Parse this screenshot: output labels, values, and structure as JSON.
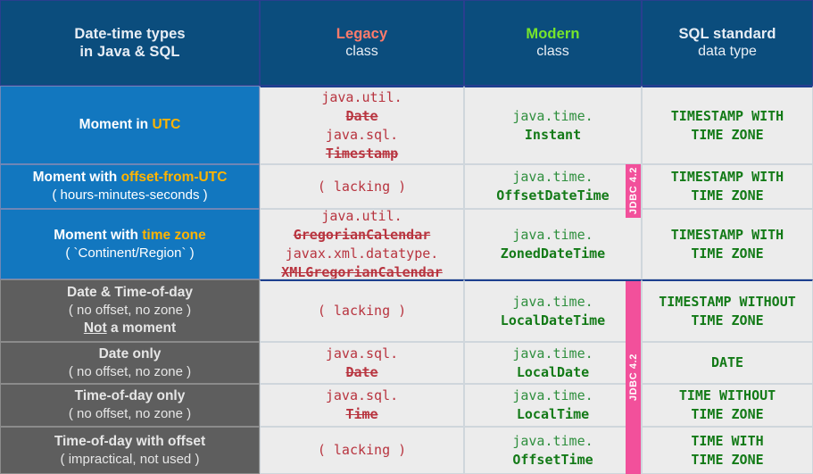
{
  "header": {
    "col_subject": {
      "line1": "Date-time types",
      "line2": "in Java & SQL"
    },
    "col_legacy": {
      "line1": "Legacy",
      "line2": "class",
      "accent": "#ff7b6b"
    },
    "col_modern": {
      "line1": "Modern",
      "line2": "class",
      "accent": "#77e52b"
    },
    "col_sql": {
      "line1": "SQL standard",
      "line2": "data type"
    }
  },
  "badges": {
    "jdbc_moments": "JDBC 4.2",
    "jdbc_local": "JDBC 4.2",
    "color": "#f2509b"
  },
  "colors": {
    "header_bg": "#0b4d7d",
    "moment_bg": "#1277bf",
    "notmoment_bg": "#5e5e5e",
    "data_bg": "#ececec",
    "legacy_text": "#b8343f",
    "modern_pkg": "#2f8f3e",
    "modern_cls": "#137a17",
    "sql_text": "#137a17",
    "highlight": "#ffb400"
  },
  "rows": [
    {
      "label": {
        "t1_pre": "Moment in ",
        "t1_hl": "UTC",
        "t1_post": "",
        "t2": "",
        "t3": ""
      },
      "legacy": [
        {
          "pkg": "java.util.",
          "cls": "Date"
        },
        {
          "pkg": "java.sql.",
          "cls": "Timestamp"
        }
      ],
      "modern": [
        {
          "pkg": "java.time.",
          "cls": "Instant"
        }
      ],
      "sql": [
        "TIMESTAMP WITH",
        "TIME ZONE"
      ]
    },
    {
      "label": {
        "t1_pre": "Moment with ",
        "t1_hl": "offset-from-UTC",
        "t1_post": "",
        "t2": "( hours-minutes-seconds )",
        "t3": ""
      },
      "legacy": [
        {
          "lacking": "( lacking )"
        }
      ],
      "modern": [
        {
          "pkg": "java.time.",
          "cls": "OffsetDateTime"
        }
      ],
      "sql": [
        "TIMESTAMP WITH",
        "TIME ZONE"
      ]
    },
    {
      "label": {
        "t1_pre": "Moment with ",
        "t1_hl": "time zone",
        "t1_post": "",
        "t2": "( `Continent/Region` )",
        "t3": ""
      },
      "legacy": [
        {
          "pkg": "java.util.",
          "cls": "GregorianCalendar"
        },
        {
          "pkg": "javax.xml.datatype.",
          "cls": "XMLGregorianCalendar"
        }
      ],
      "modern": [
        {
          "pkg": "java.time.",
          "cls": "ZonedDateTime"
        }
      ],
      "sql": [
        "TIMESTAMP WITH",
        "TIME ZONE"
      ]
    },
    {
      "label": {
        "t1": "Date & Time-of-day",
        "t2": "( no offset, no zone )",
        "t3_u": "Not",
        "t3_rest": " a moment"
      },
      "legacy": [
        {
          "lacking": "( lacking )"
        }
      ],
      "modern": [
        {
          "pkg": "java.time.",
          "cls": "LocalDateTime"
        }
      ],
      "sql": [
        "TIMESTAMP WITHOUT",
        "TIME ZONE"
      ]
    },
    {
      "label": {
        "t1": "Date only",
        "t2": "( no offset, no zone )",
        "t3": ""
      },
      "legacy": [
        {
          "pkg": "java.sql.",
          "cls": "Date"
        }
      ],
      "modern": [
        {
          "pkg": "java.time.",
          "cls": "LocalDate"
        }
      ],
      "sql": [
        "DATE"
      ]
    },
    {
      "label": {
        "t1": "Time-of-day only",
        "t2": "( no offset, no zone )",
        "t3": ""
      },
      "legacy": [
        {
          "pkg": "java.sql.",
          "cls": "Time"
        }
      ],
      "modern": [
        {
          "pkg": "java.time.",
          "cls": "LocalTime"
        }
      ],
      "sql": [
        "TIME WITHOUT",
        "TIME ZONE"
      ]
    },
    {
      "label": {
        "t1": "Time-of-day with offset",
        "t2": "( impractical, not used )",
        "t3": ""
      },
      "legacy": [
        {
          "lacking": "( lacking )"
        }
      ],
      "modern": [
        {
          "pkg": "java.time.",
          "cls": "OffsetTime"
        }
      ],
      "sql": [
        "TIME WITH",
        "TIME ZONE"
      ]
    }
  ]
}
